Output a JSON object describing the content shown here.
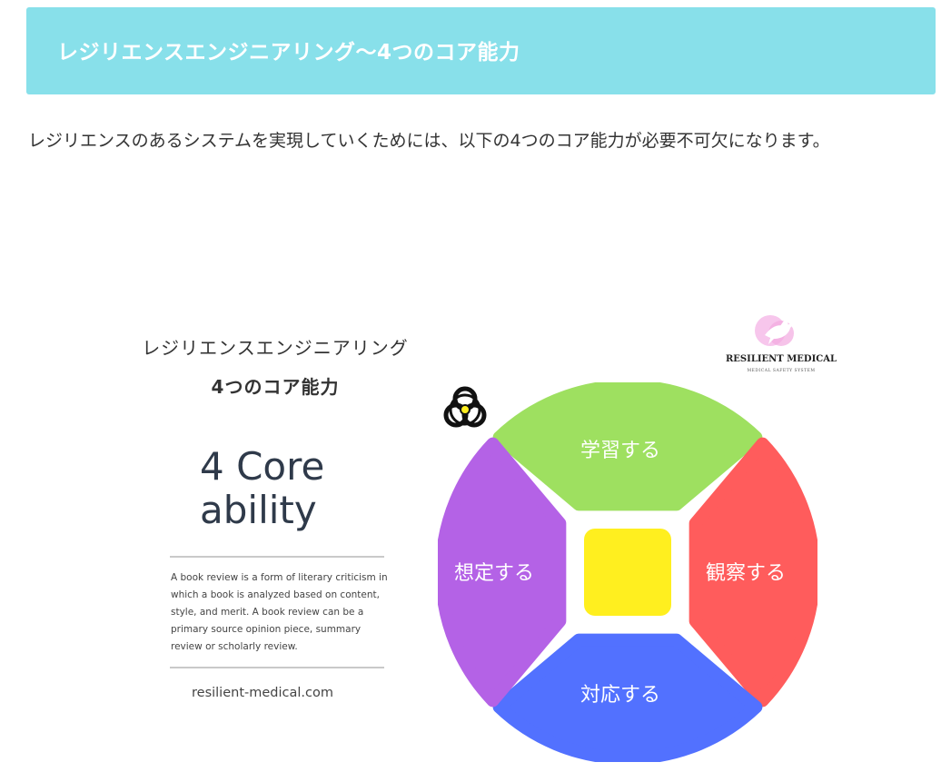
{
  "heading": {
    "title": "レジリエンスエンジニアリング〜4つのコア能力"
  },
  "intro": "レジリエンスのあるシステムを実現していくためには、以下の4つのコア能力が必要不可欠になります。",
  "figure": {
    "title_line1": "レジリエンスエンジニアリング",
    "title_line2": "4つのコア能力",
    "core_line1": "4 Core",
    "core_line2": "ability",
    "description": "A book review is a form of literary criticism in which a book is analyzed based on content, style, and merit. A book review can be a primary source opinion piece, summary review or scholarly review.",
    "website": "resilient-medical.com",
    "logo": {
      "name": "RESILIENT MEDICAL",
      "tagline": "MEDICAL SAFETY SYSTEM",
      "icon": "dove-icon"
    },
    "segments": [
      {
        "label": "学習する",
        "color": "#9ee060"
      },
      {
        "label": "観察する",
        "color": "#ff5c5c"
      },
      {
        "label": "対応する",
        "color": "#5271ff"
      },
      {
        "label": "想定する",
        "color": "#b462e6"
      }
    ],
    "hub": {
      "icon": "biohazard-icon",
      "color": "#ffef1f"
    }
  }
}
